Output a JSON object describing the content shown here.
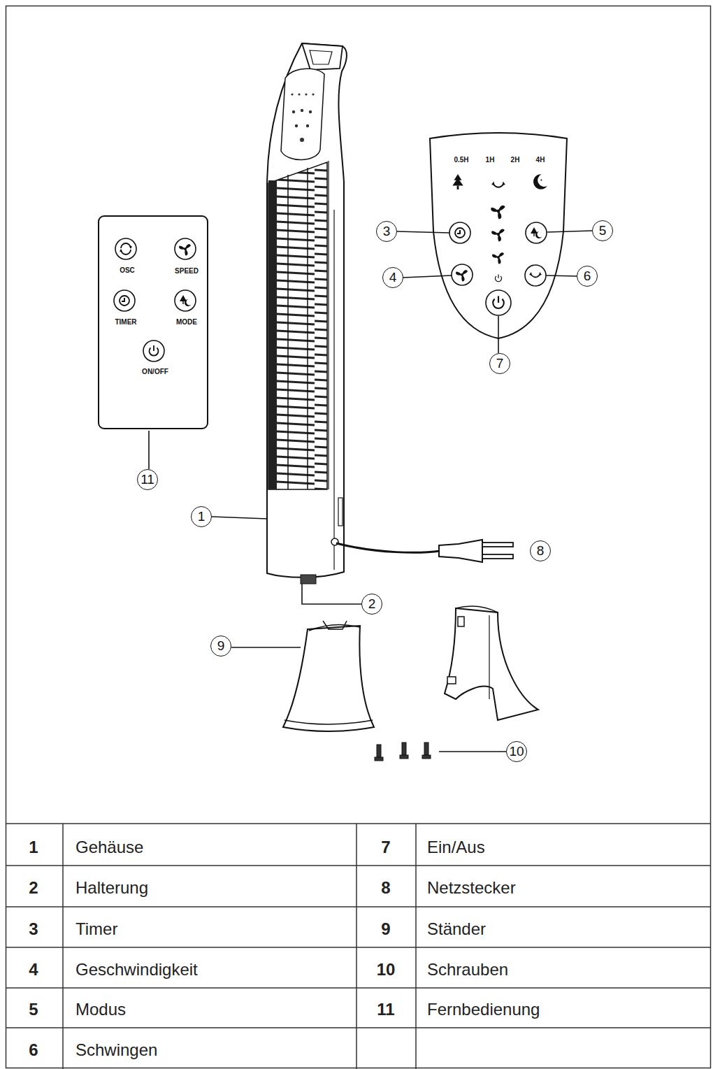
{
  "diagram": {
    "nodes": [
      {
        "text": [
          "0.5H",
          "1H",
          "2H",
          "4H"
        ]
      },
      {
        "text": [
          "OSC",
          "SPEED",
          "TIMER",
          "MODE",
          "ON/OFF"
        ]
      }
    ],
    "labels": [
      "3",
      "5",
      "4",
      "6",
      "7",
      "11",
      "1",
      "8",
      "2",
      "9",
      "10",
      "1",
      "Gehäuse",
      "7",
      "Ein/Aus",
      "2",
      "Halterung",
      "8",
      "Netzstecker",
      "3",
      "Timer",
      "9",
      "Ständer",
      "4",
      "Geschwindigkeit",
      "10",
      "Schrauben",
      "5",
      "Modus",
      "11",
      "Fernbedienung",
      "6",
      "Schwingen"
    ]
  }
}
